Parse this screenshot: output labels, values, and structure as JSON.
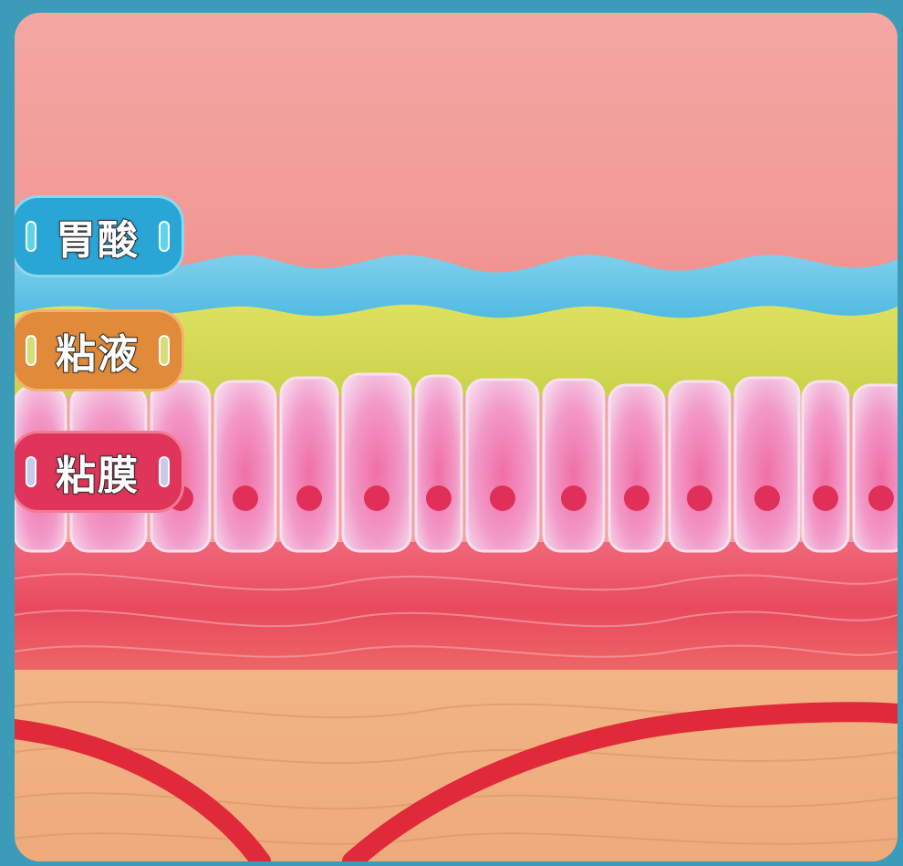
{
  "labels": {
    "stomach_acid": "胃酸",
    "mucus": "粘液",
    "mucosa": "粘膜"
  },
  "colors": {
    "frame": "#3b9bb8",
    "acid_layer": "#f0a3a0",
    "acid_badge": "#2aa6d6",
    "mucus_wave": "#63c6e6",
    "mucus_yellow": "#d6dc55",
    "mucus_badge": "#e08a3a",
    "cell": "#f08cc0",
    "mucosa_badge": "#e0355a",
    "tissue_red": "#e8505a",
    "tissue_tan": "#f0b080",
    "vessel": "#e02a3a"
  }
}
